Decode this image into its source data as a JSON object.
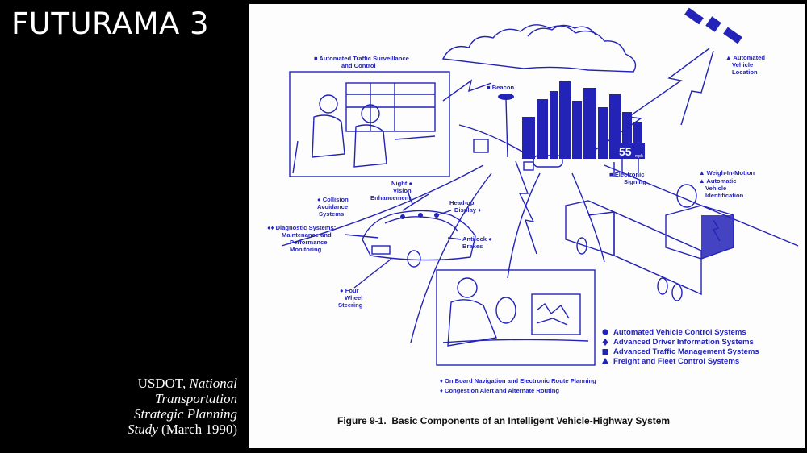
{
  "slide": {
    "title": "FUTURAMA 3",
    "citation": {
      "author": "USDOT, ",
      "title_italic_1": "National",
      "title_italic_2": "Transportation",
      "title_italic_3": "Strategic Planning",
      "title_italic_4": "Study",
      "date": " (March 1990)"
    }
  },
  "figure": {
    "caption": "Figure 9-1.  Basic Components of an Intelligent Vehicle-Highway System",
    "colors": {
      "ink": "#2323b8",
      "paper": "#fdfdfd"
    },
    "speed_sign": "55",
    "speed_unit": "mph",
    "labels": {
      "traffic_surveillance_1": "Automated Traffic Surveillance",
      "traffic_surveillance_2": "and Control",
      "beacon": "Beacon",
      "vehicle_location_1": "Automated",
      "vehicle_location_2": "Vehicle",
      "vehicle_location_3": "Location",
      "electronic_signing_1": "Electronic",
      "electronic_signing_2": "Signing",
      "weigh_in_motion": "Weigh-In-Motion",
      "vehicle_id_1": "Automatic",
      "vehicle_id_2": "Vehicle",
      "vehicle_id_3": "Identification",
      "night_vision_1": "Night",
      "night_vision_2": "Vision",
      "night_vision_3": "Enhancement",
      "collision_1": "Collision",
      "collision_2": "Avoidance",
      "collision_3": "Systems",
      "head_up_1": "Head-up",
      "head_up_2": "Display",
      "diagnostic_1": "Diagnostic Systems:",
      "diagnostic_2": "Maintenance and",
      "diagnostic_3": "Performance",
      "diagnostic_4": "Monitoring",
      "antilock_1": "Antilock",
      "antilock_2": "Brakes",
      "four_wheel_1": "Four",
      "four_wheel_2": "Wheel",
      "four_wheel_3": "Steering",
      "navigation": "On Board Navigation and Electronic Route Planning",
      "congestion": "Congestion Alert and Alternate Routing"
    },
    "legend": [
      {
        "symbol": "circle",
        "label": "Automated Vehicle Control Systems"
      },
      {
        "symbol": "diamond",
        "label": "Advanced Driver Information Systems"
      },
      {
        "symbol": "square",
        "label": "Advanced Traffic Management Systems"
      },
      {
        "symbol": "triangle",
        "label": "Freight and Fleet Control Systems"
      }
    ]
  }
}
